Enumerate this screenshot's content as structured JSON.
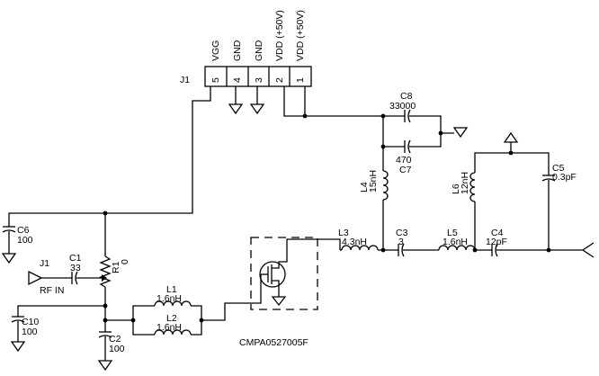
{
  "connector": {
    "ref": "J1",
    "pins": [
      {
        "num": "5",
        "name": "VGG"
      },
      {
        "num": "4",
        "name": "GND"
      },
      {
        "num": "3",
        "name": "GND"
      },
      {
        "num": "2",
        "name": "VDD (+50V)"
      },
      {
        "num": "1",
        "name": "VDD (+50V)"
      }
    ]
  },
  "rf_in": {
    "ref": "J1",
    "label": "RF  IN"
  },
  "components": {
    "C1": {
      "ref": "C1",
      "value": "33"
    },
    "C2": {
      "ref": "C2",
      "value": "100"
    },
    "C3": {
      "ref": "C3",
      "value": "3"
    },
    "C4": {
      "ref": "C4",
      "value": "12pF"
    },
    "C5": {
      "ref": "C5",
      "value": "0.3pF"
    },
    "C6": {
      "ref": "C6",
      "value": "100"
    },
    "C7": {
      "ref": "C7",
      "value": "470"
    },
    "C8": {
      "ref": "C8",
      "value": "33000"
    },
    "C10": {
      "ref": "C10",
      "value": "100"
    },
    "R1": {
      "ref": "R1",
      "value": "0"
    },
    "L1": {
      "ref": "L1",
      "value": "1.6nH"
    },
    "L2": {
      "ref": "L2",
      "value": "1.6nH"
    },
    "L3": {
      "ref": "L3",
      "value": "4.3nH"
    },
    "L4": {
      "ref": "L4",
      "value": "15nH"
    },
    "L5": {
      "ref": "L5",
      "value": "1.6nH"
    },
    "L6": {
      "ref": "L6",
      "value": "12nH"
    }
  },
  "device": {
    "part": "CMPA0527005F"
  }
}
